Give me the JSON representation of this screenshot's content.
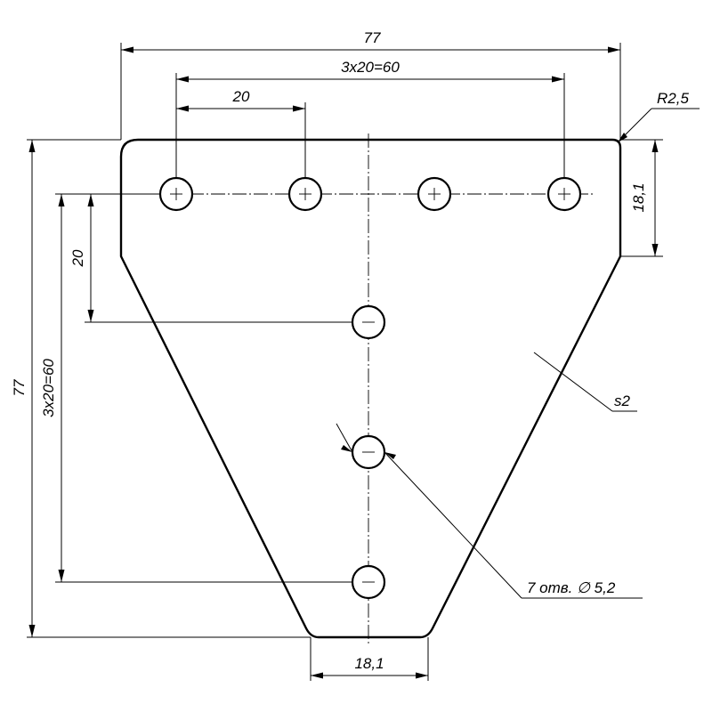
{
  "dimensions": {
    "overall_width": "77",
    "hole_pitch_horizontal": "3x20=60",
    "hole_spacing_horizontal": "20",
    "corner_radius": "R2,5",
    "side_height": "18,1",
    "overall_height": "77",
    "hole_pitch_vertical": "3x20=60",
    "hole_spacing_vertical": "20",
    "bottom_width": "18,1"
  },
  "callouts": {
    "thickness": "s2",
    "holes": "7 отв. ∅ 5,2"
  }
}
